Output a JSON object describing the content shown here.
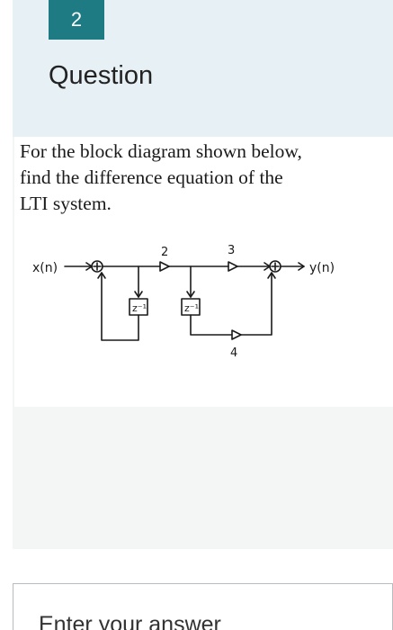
{
  "question": {
    "number": "2",
    "title": "Question",
    "text_lines": [
      "For the block diagram shown below,",
      "find the difference equation of the",
      "LTI system."
    ]
  },
  "diagram": {
    "input_label": "x(n)",
    "output_label": "y(n)",
    "gain_labels": [
      "2",
      "3",
      "4"
    ],
    "delay_labels": [
      "z⁻¹",
      "z⁻¹"
    ],
    "adder_symbol": "+"
  },
  "answer": {
    "placeholder": "Enter your answer"
  }
}
